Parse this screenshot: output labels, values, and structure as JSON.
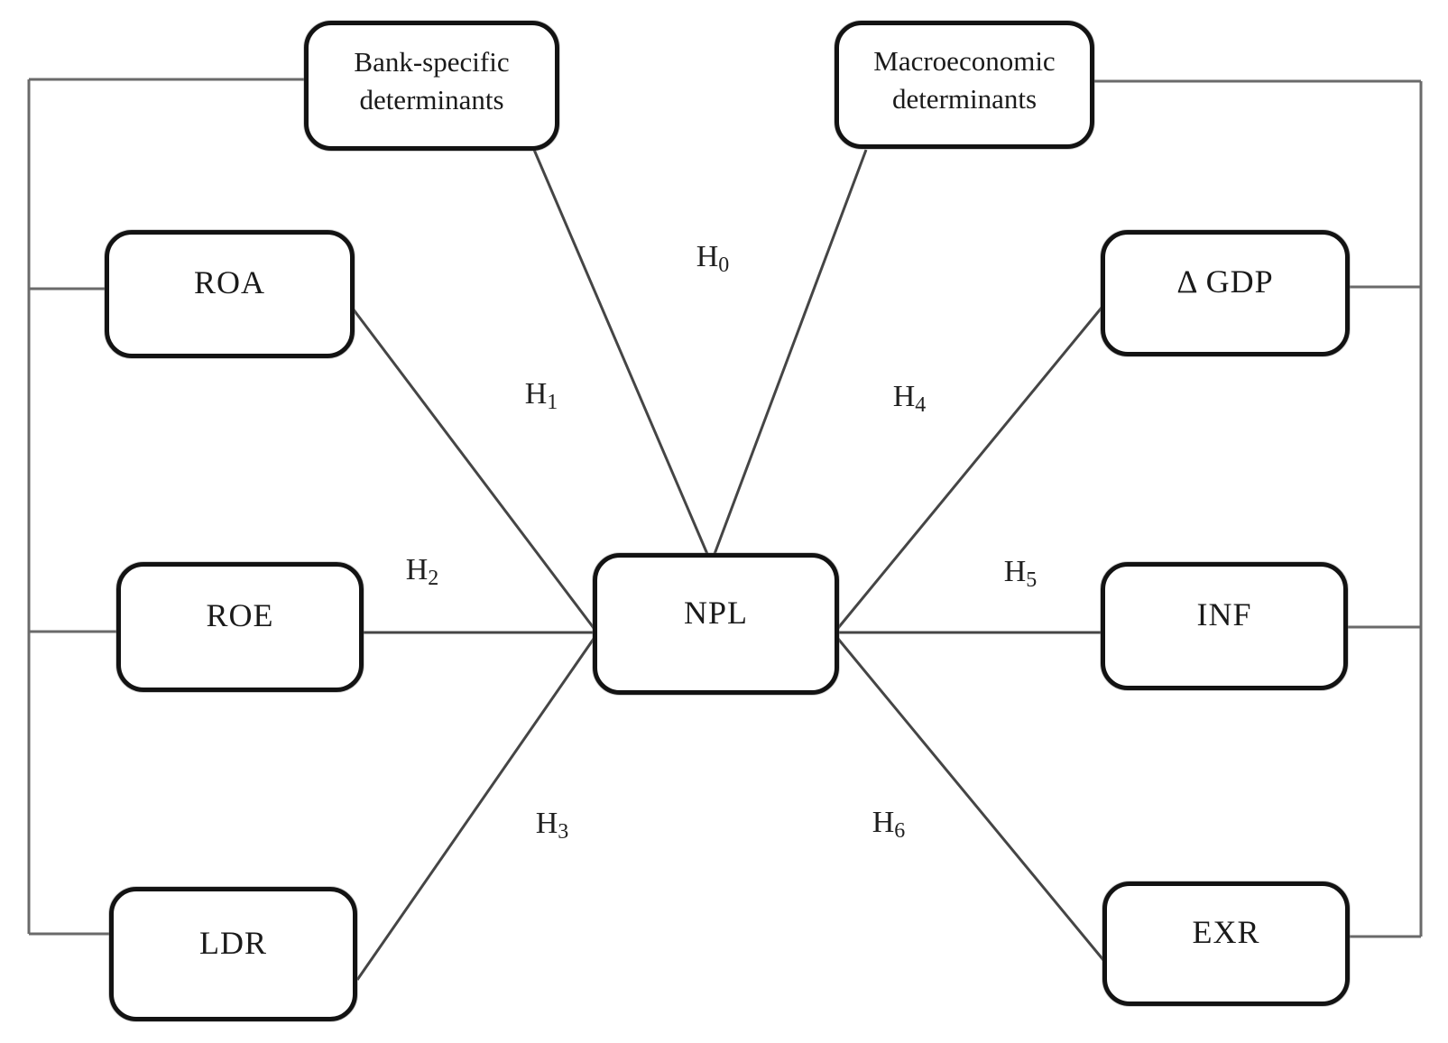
{
  "center_node": {
    "label": "NPL"
  },
  "group_nodes": {
    "bank": {
      "label": "Bank-specific determinants"
    },
    "macro": {
      "label": "Macroeconomic determinants"
    }
  },
  "left_nodes": {
    "roa": {
      "label": "ROA"
    },
    "roe": {
      "label": "ROE"
    },
    "ldr": {
      "label": "LDR"
    }
  },
  "right_nodes": {
    "gdp": {
      "label": "Δ GDP"
    },
    "inf": {
      "label": "INF"
    },
    "exr": {
      "label": "EXR"
    }
  },
  "hypotheses": {
    "h0": {
      "text": "H",
      "sub": "0"
    },
    "h1": {
      "text": "H",
      "sub": "1"
    },
    "h2": {
      "text": "H",
      "sub": "2"
    },
    "h3": {
      "text": "H",
      "sub": "3"
    },
    "h4": {
      "text": "H",
      "sub": "4"
    },
    "h5": {
      "text": "H",
      "sub": "5"
    },
    "h6": {
      "text": "H",
      "sub": "6"
    }
  },
  "colors": {
    "background": "#ffffff",
    "box_border": "#131313",
    "connector_line": "#454545",
    "bracket_line": "#6a6a6a",
    "text": "#1a1a1a"
  }
}
